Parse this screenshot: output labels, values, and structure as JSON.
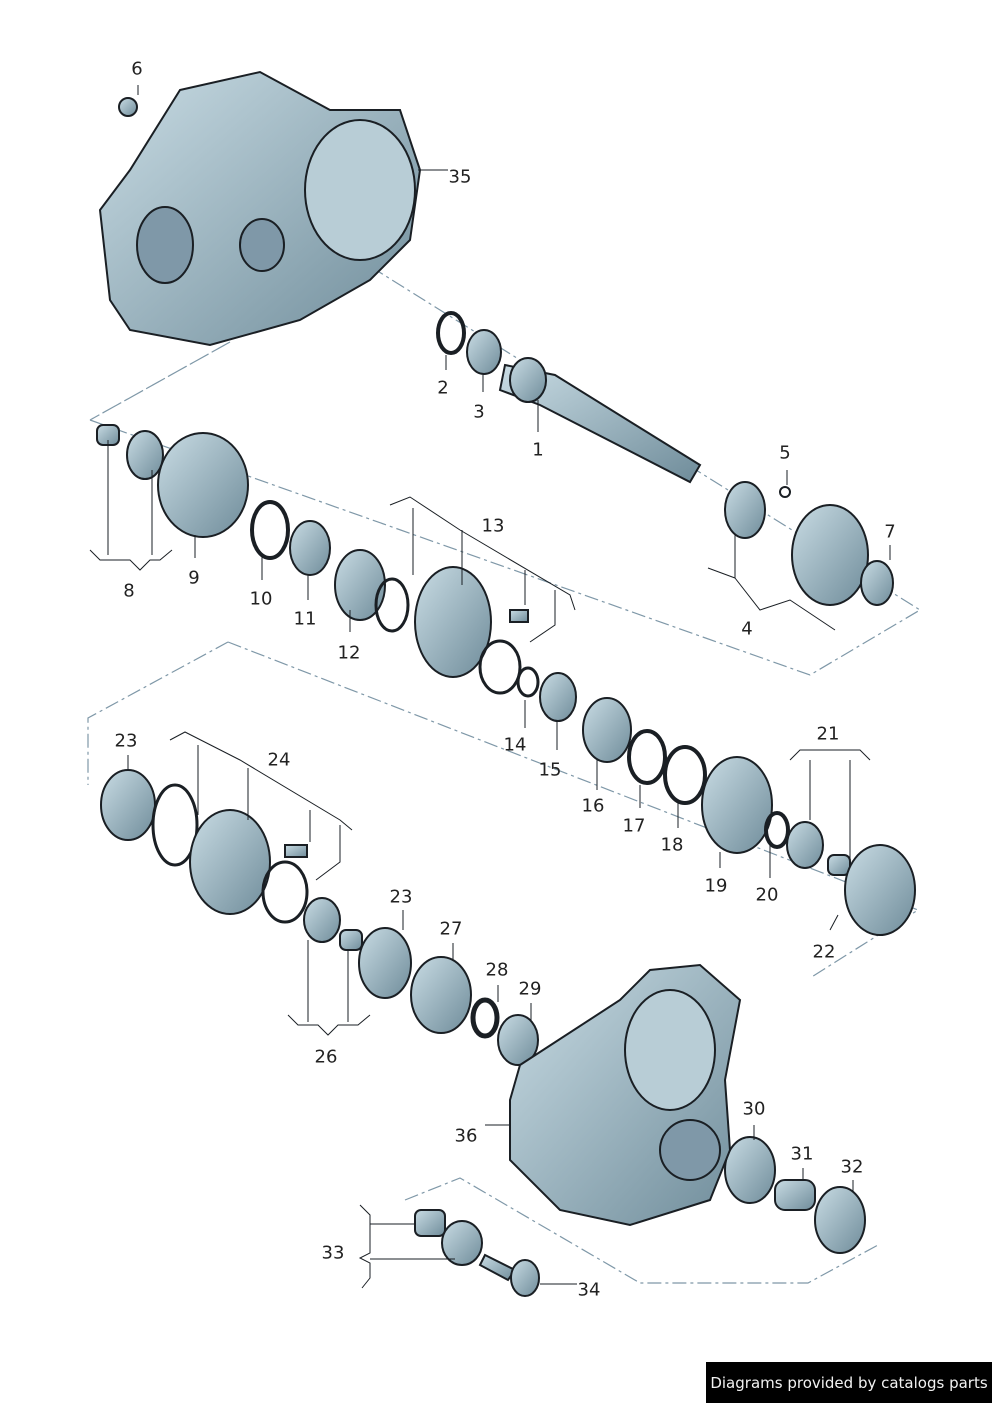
{
  "labels": [
    "1",
    "2",
    "3",
    "4",
    "5",
    "6",
    "7",
    "8",
    "9",
    "10",
    "11",
    "12",
    "13",
    "14",
    "15",
    "16",
    "17",
    "18",
    "19",
    "20",
    "21",
    "22",
    "23",
    "24",
    "23",
    "26",
    "27",
    "28",
    "29",
    "30",
    "31",
    "32",
    "33",
    "34",
    "35",
    "36"
  ],
  "footer": "Diagrams provided by catalogs parts",
  "colors": {
    "part_fill": "#9fb8c4",
    "part_dark": "#5d7a88",
    "outline": "#1a1f24",
    "dash_line": "#7f98a8"
  }
}
